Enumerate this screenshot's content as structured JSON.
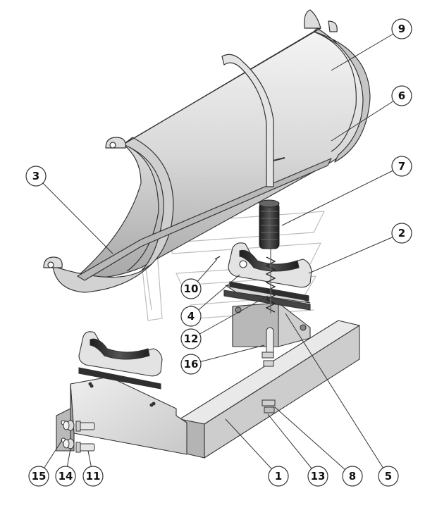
{
  "diagram": {
    "callouts": [
      {
        "id": "c1",
        "label": "1"
      },
      {
        "id": "c2",
        "label": "2"
      },
      {
        "id": "c3",
        "label": "3"
      },
      {
        "id": "c4",
        "label": "4"
      },
      {
        "id": "c5",
        "label": "5"
      },
      {
        "id": "c6",
        "label": "6"
      },
      {
        "id": "c7",
        "label": "7"
      },
      {
        "id": "c8",
        "label": "8"
      },
      {
        "id": "c9",
        "label": "9"
      },
      {
        "id": "c10",
        "label": "10"
      },
      {
        "id": "c11",
        "label": "11"
      },
      {
        "id": "c12",
        "label": "12"
      },
      {
        "id": "c13",
        "label": "13"
      },
      {
        "id": "c14",
        "label": "14"
      },
      {
        "id": "c15",
        "label": "15"
      },
      {
        "id": "c16",
        "label": "16"
      }
    ]
  },
  "colors": {
    "metal_light": "#e6e6e6",
    "metal_mid": "#c4c4c4",
    "metal_dark": "#8f8f8f",
    "rubber": "#3a3a3a",
    "outline": "#333333",
    "watermark": "#bdbdbd"
  }
}
